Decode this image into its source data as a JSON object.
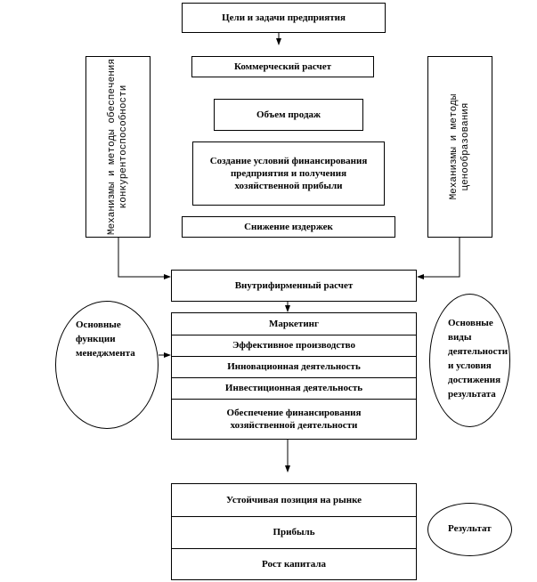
{
  "goals": "Цели и задачи предприятия",
  "commercial": "Коммерческий расчет",
  "sales": "Объем продаж",
  "financing": "Создание условий финансирования предприятия и получения хозяйственной прибыли",
  "costs": "Снижение издержек",
  "left_vertical": "Механизмы и методы обеспечения конкурентоспособности",
  "right_vertical": "Механизмы и методы ценообразования",
  "internal": "Внутрифирменный расчет",
  "activities": [
    "Маркетинг",
    "Эффективное производство",
    "Инновационная деятельность",
    "Инвестиционная деятельность",
    "Обеспечение финансирования хозяйственной деятельности"
  ],
  "left_ellipse": "Основные функции менеджмента",
  "right_ellipse": "Основные виды деятельности и условия достижения результата",
  "results": [
    "Устойчивая позиция на рынке",
    "Прибыль",
    "Рост капитала"
  ],
  "result_label": "Результат"
}
